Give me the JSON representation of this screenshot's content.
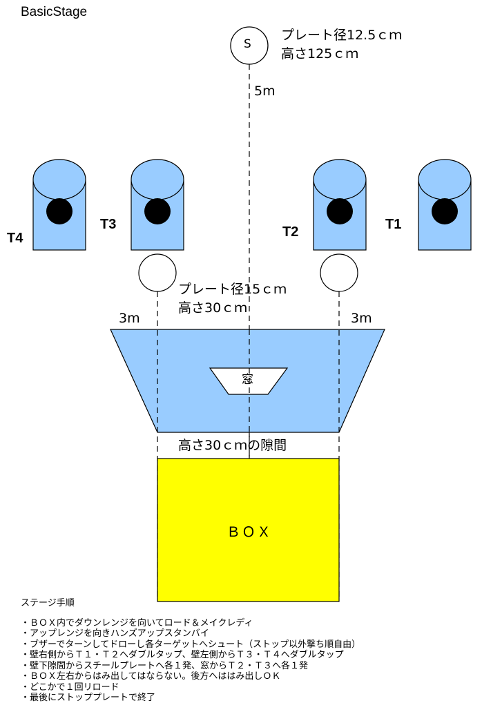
{
  "title": "BasicStage",
  "start": {
    "label": "S",
    "plate_line1": "プレート径12.5ｃｍ",
    "plate_line2": "高さ125ｃｍ",
    "distance": "5m"
  },
  "targets": [
    "T4",
    "T3",
    "T2",
    "T1"
  ],
  "steel_plate": {
    "line1": "プレート径15ｃｍ",
    "line2": "高さ30ｃｍ"
  },
  "dim_left": "3m",
  "dim_right": "3m",
  "window_label": "窓",
  "gap_label": "高さ30ｃｍの隙間",
  "box_label": "ＢＯＸ",
  "procedure": {
    "heading": "ステージ手順",
    "items": [
      "・ＢＯＸ内でダウンレンジを向いてロード＆メイクレディ",
      "・アップレンジを向きハンズアップスタンバイ",
      "・ブザーでターンしてドローし各ターゲットへシュート（ストップ以外撃ち順自由）",
      "・壁右側からＴ１・Ｔ２へダブルタップ、壁左側からＴ３・Ｔ４へダブルタップ",
      "・壁下隙間からスチールプレートへ各１発、窓からＴ２・Ｔ３へ各１発",
      "・ＢＯＸ左右からはみ出してはならない。後方へははみ出しＯＫ",
      "・どこかで１回リロード",
      "・最後にストッププレートで終了"
    ]
  },
  "colors": {
    "target_blue": "#99ccff",
    "box_yellow": "#ffff00"
  }
}
